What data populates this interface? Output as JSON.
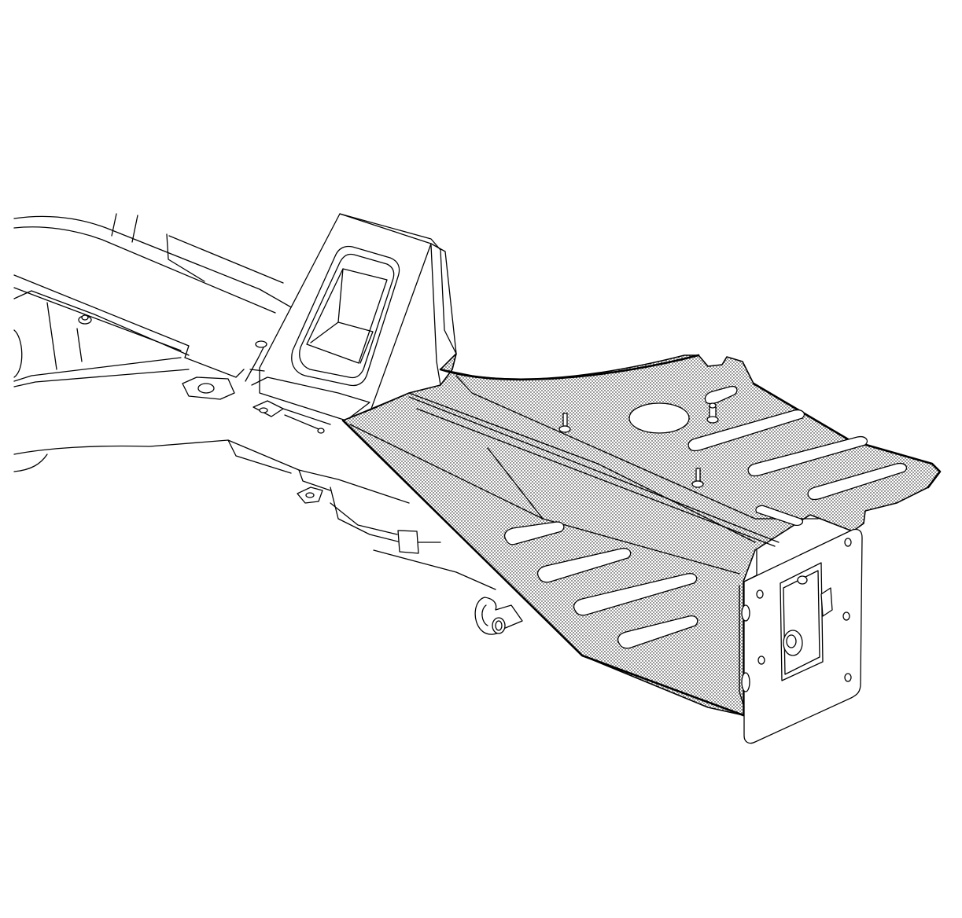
{
  "figure": {
    "kind": "technical line illustration",
    "highlight_fill": "dot-stipple",
    "line_color": "#000000",
    "background": "#ffffff",
    "components": [
      "frame-rail-left",
      "frame-crossmember",
      "frame-rail-upright-bracket",
      "front-frame-rail-extension",
      "bumper-mount-plate",
      "mounting-studs",
      "tow-hook"
    ]
  }
}
